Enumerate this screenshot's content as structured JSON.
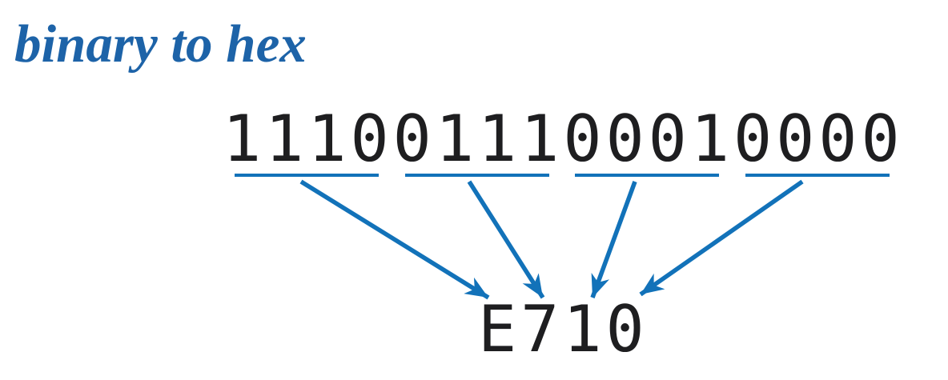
{
  "title": "binary to hex",
  "colors": {
    "title_blue": "#1d63a8",
    "accent_blue": "#1272b9",
    "digit_black": "#1e1e20",
    "background": "#ffffff"
  },
  "conversion": {
    "binary_string": "1110011100010000",
    "groups": [
      {
        "bits": "1110",
        "hex": "E"
      },
      {
        "bits": "0111",
        "hex": "7"
      },
      {
        "bits": "0001",
        "hex": "1"
      },
      {
        "bits": "0000",
        "hex": "0"
      }
    ],
    "hex_result": "E710"
  }
}
